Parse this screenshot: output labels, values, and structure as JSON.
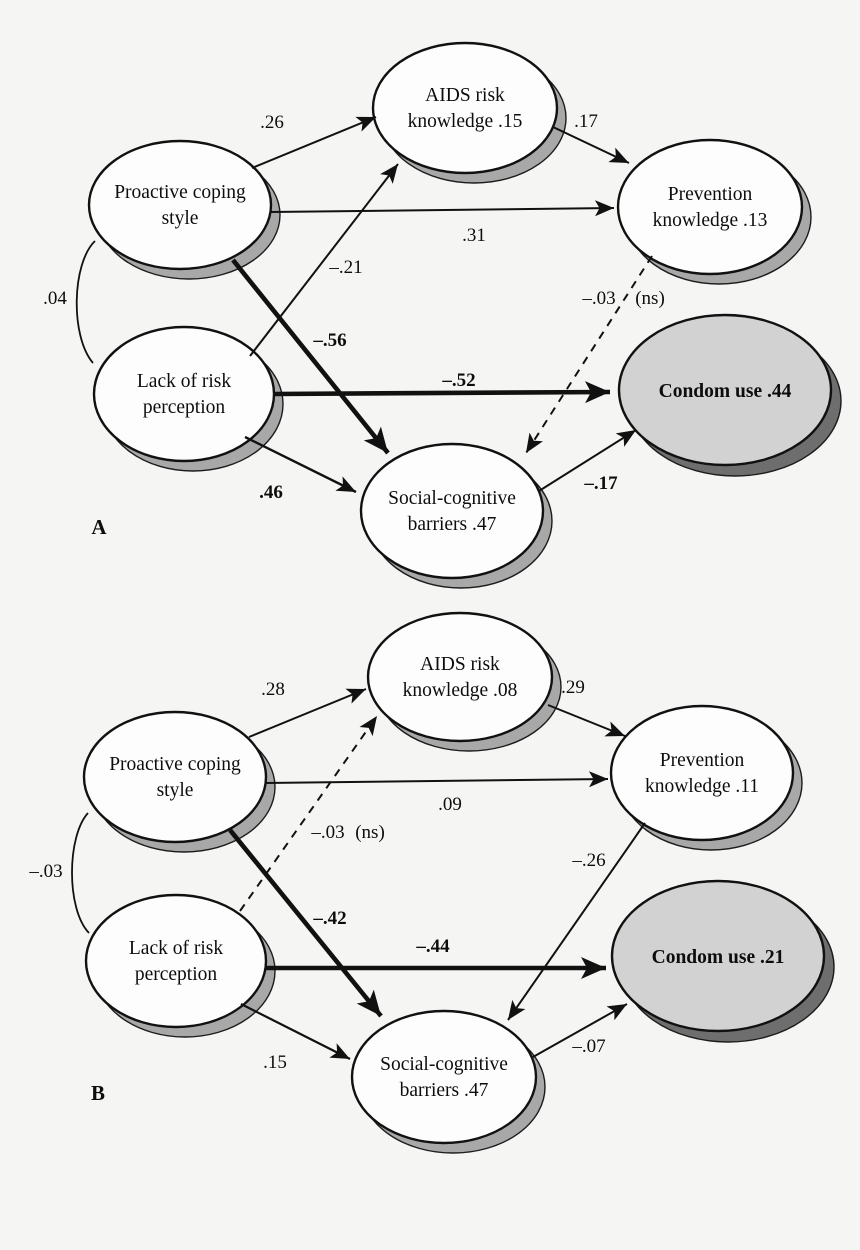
{
  "colors": {
    "background": "#f5f5f3",
    "node_fill": "#fdfdfd",
    "outcome_fill": "#d2d2d2",
    "node_shadow": "#a8a8a8",
    "outcome_shadow": "#6e6e6e",
    "stroke": "#111111"
  },
  "panels": [
    {
      "letter": "A",
      "nodes": {
        "proactive": {
          "lines": [
            "Proactive coping",
            "style"
          ]
        },
        "lack": {
          "lines": [
            "Lack of risk",
            "perception"
          ]
        },
        "aids": {
          "lines": [
            "AIDS risk",
            "knowledge .15"
          ]
        },
        "prevention": {
          "lines": [
            "Prevention",
            "knowledge .13"
          ]
        },
        "barriers": {
          "lines": [
            "Social-cognitive",
            "barriers .47"
          ]
        },
        "condom": {
          "label": "Condom use .44"
        }
      },
      "edges": {
        "proactive_aids": {
          "label": ".26"
        },
        "proactive_prevention": {
          "label": ".31"
        },
        "proactive_barriers": {
          "label": "–.56",
          "bold": true,
          "thick": true
        },
        "lack_aids": {
          "label": "–.21"
        },
        "lack_condom": {
          "label": "–.52",
          "bold": true,
          "thick": true
        },
        "lack_barriers": {
          "label": ".46",
          "bold": true
        },
        "aids_prevention": {
          "label": ".17"
        },
        "prevention_barriers": {
          "label": "–.03",
          "note": "(ns)",
          "dashed": true
        },
        "barriers_condom": {
          "label": "–.17",
          "bold": true
        },
        "covariance": {
          "label": ".04"
        }
      }
    },
    {
      "letter": "B",
      "nodes": {
        "proactive": {
          "lines": [
            "Proactive coping",
            "style"
          ]
        },
        "lack": {
          "lines": [
            "Lack of risk",
            "perception"
          ]
        },
        "aids": {
          "lines": [
            "AIDS risk",
            "knowledge .08"
          ]
        },
        "prevention": {
          "lines": [
            "Prevention",
            "knowledge .11"
          ]
        },
        "barriers": {
          "lines": [
            "Social-cognitive",
            "barriers .47"
          ]
        },
        "condom": {
          "label": "Condom use .21"
        }
      },
      "edges": {
        "proactive_aids": {
          "label": ".28"
        },
        "proactive_prevention": {
          "label": ".09"
        },
        "proactive_barriers": {
          "label": "–.42",
          "bold": true,
          "thick": true
        },
        "lack_aids": {
          "label": "–.03",
          "note": "(ns)",
          "dashed": true
        },
        "lack_condom": {
          "label": "–.44",
          "bold": true,
          "thick": true
        },
        "lack_barriers": {
          "label": ".15"
        },
        "aids_prevention": {
          "label": ".29"
        },
        "prevention_barriers": {
          "label": "–.26"
        },
        "barriers_condom": {
          "label": "–.07"
        },
        "covariance": {
          "label": "–.03"
        }
      }
    }
  ]
}
